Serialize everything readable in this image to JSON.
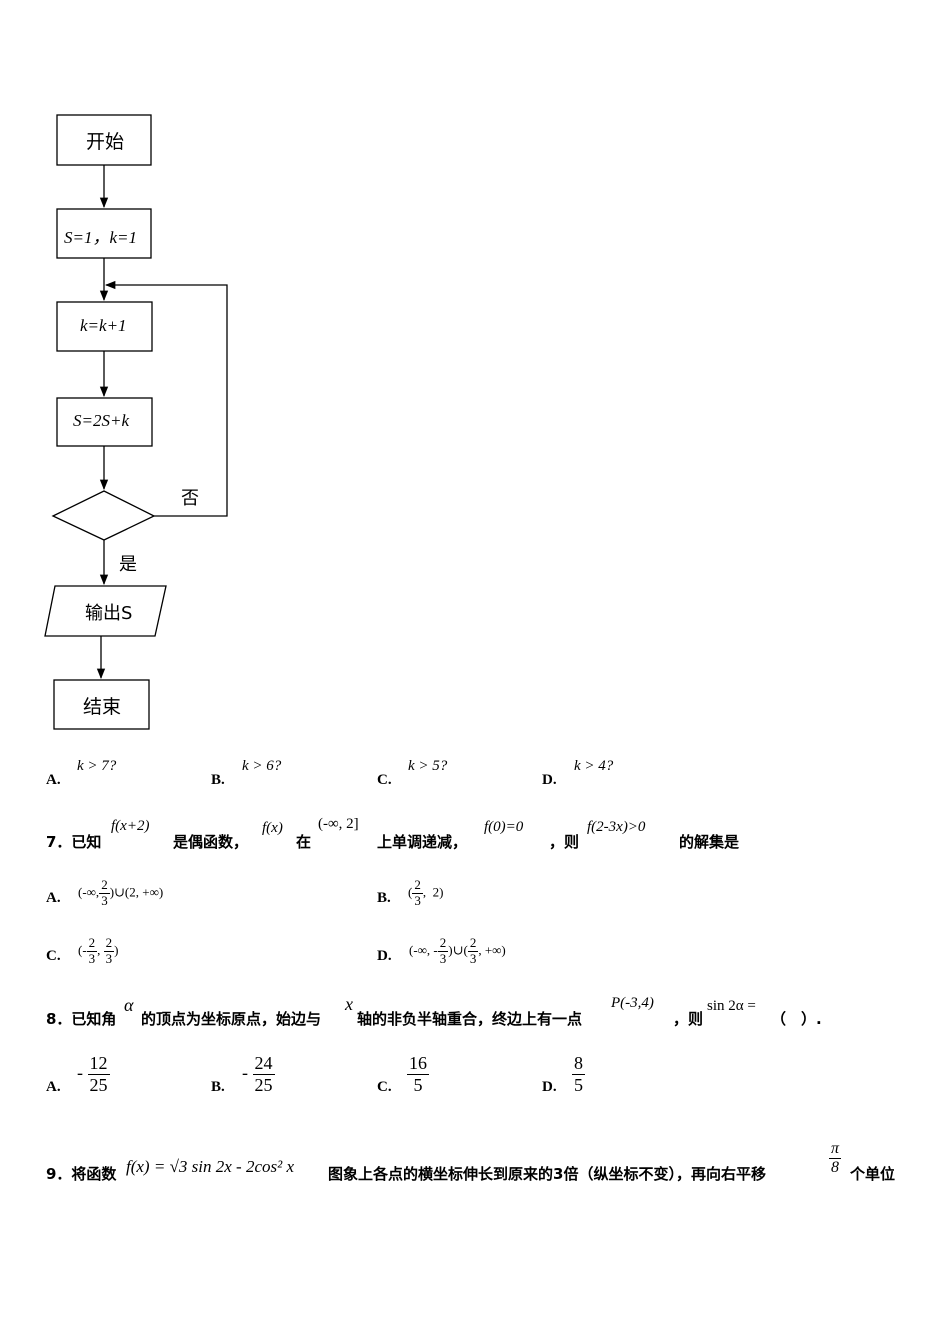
{
  "flowchart": {
    "start": "开始",
    "init": "S=1，k=1",
    "step1": "k=k+1",
    "step2": "S=2S+k",
    "no": "否",
    "yes": "是",
    "output": "输出S",
    "end": "结束"
  },
  "q6_options": {
    "a_label": "A.",
    "a_text": "k > 7?",
    "b_label": "B.",
    "b_text": "k > 6?",
    "c_label": "C.",
    "c_text": "k > 5?",
    "d_label": "D.",
    "d_text": "k > 4?"
  },
  "q7": {
    "stem": [
      "7．已知",
      "f(x+2)",
      "是偶函数，",
      "f(x)",
      "在",
      "(-∞, 2]",
      "上单调递减，",
      "f(0)=0",
      "，则",
      "f(2-3x)>0",
      "的解集是"
    ],
    "a_label": "A.",
    "b_label": "B.",
    "c_label": "C.",
    "d_label": "D.",
    "a_text": "(-∞, 2/3)∪(2, +∞)",
    "b_text": "(2/3, 2)",
    "c_text": "(-2/3, 2/3)",
    "d_text": "(-∞, -2/3)∪(2/3, +∞)"
  },
  "q8": {
    "stem": [
      "8．已知角",
      "α",
      "的顶点为坐标原点，始边与",
      "x",
      "轴的非负半轴重合，终边上有一点",
      "P(-3,4)",
      "，则",
      "sin 2α =",
      "（　）."
    ],
    "a_label": "A.",
    "a_sign": "-",
    "a_num": "12",
    "a_den": "25",
    "b_label": "B.",
    "b_sign": "-",
    "b_num": "24",
    "b_den": "25",
    "c_label": "C.",
    "c_num": "16",
    "c_den": "5",
    "d_label": "D.",
    "d_num": "8",
    "d_den": "5"
  },
  "q9": {
    "num": "9．将函数",
    "func": "f(x) = √3 sin 2x - 2cos² x",
    "text": "图象上各点的横坐标伸长到原来的3倍（纵坐标不变），再向右平移",
    "frac_num": "π",
    "frac_den": "8",
    "tail": "个单位"
  }
}
